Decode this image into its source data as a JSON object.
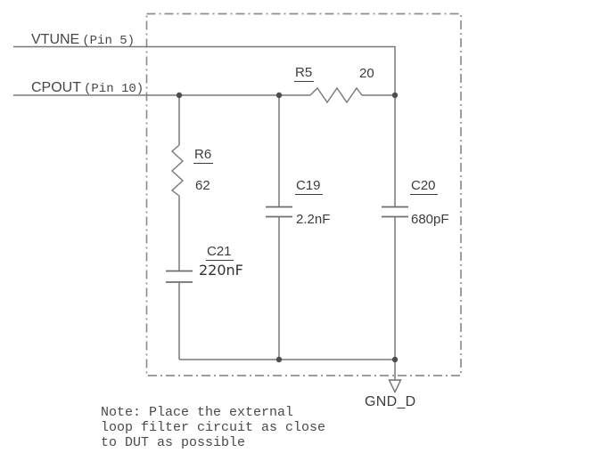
{
  "nets": {
    "vtune": {
      "name": "VTUNE",
      "pin": "(Pin 5)"
    },
    "cpout": {
      "name": "CPOUT",
      "pin": "(Pin 10)"
    }
  },
  "components": {
    "r5": {
      "ref": "R5",
      "value": "20"
    },
    "r6": {
      "ref": "R6",
      "value": "62"
    },
    "c19": {
      "ref": "C19",
      "value": "2.2nF"
    },
    "c20": {
      "ref": "C20",
      "value": "680pF"
    },
    "c21": {
      "ref": "C21",
      "value": "220nF"
    }
  },
  "ground": {
    "label": "GND_D"
  },
  "note": {
    "lines": [
      "Note: Place the external",
      "loop filter circuit as close",
      "to DUT as possible"
    ]
  },
  "colors": {
    "wire": "#787878",
    "border": "#8f8f8f",
    "dot": "#4d4d4d",
    "text": "#3c3c3c"
  }
}
